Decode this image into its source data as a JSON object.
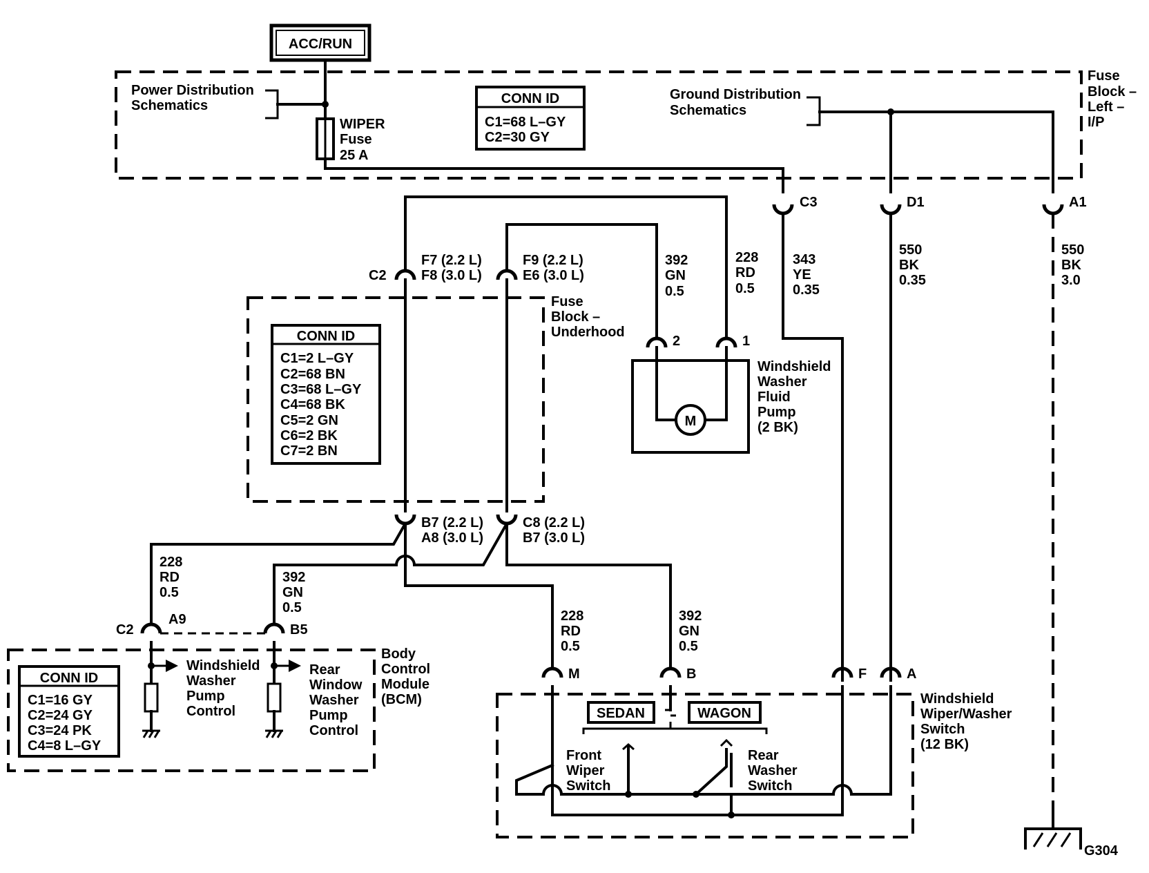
{
  "power_label": "ACC/RUN",
  "fuse_block_ip": {
    "title": [
      "Fuse",
      "Block –",
      "Left –",
      "I/P"
    ],
    "power_dist": [
      "Power Distribution",
      "Schematics"
    ],
    "ground_dist": [
      "Ground Distribution",
      "Schematics"
    ],
    "fuse": [
      "WIPER",
      "Fuse",
      "25 A"
    ],
    "conn_id": {
      "title": "CONN ID",
      "rows": [
        "C1=68 L–GY",
        "C2=30 GY"
      ]
    },
    "pins": {
      "c3": "C3",
      "d1": "D1",
      "a1": "A1"
    }
  },
  "fuse_block_underhood": {
    "title": [
      "Fuse",
      "Block –",
      "Underhood"
    ],
    "conn_id": {
      "title": "CONN ID",
      "rows": [
        "C1=2 L–GY",
        "C2=68 BN",
        "C3=68 L–GY",
        "C4=68 BK",
        "C5=2 GN",
        "C6=2 BK",
        "C7=2 BN"
      ]
    },
    "top_conn": "C2",
    "top_left_pins": [
      "F7 (2.2 L)",
      "F8 (3.0 L)"
    ],
    "top_right_pins": [
      "F9 (2.2 L)",
      "E6 (3.0 L)"
    ],
    "bottom_left_pins": [
      "B7 (2.2 L)",
      "A8 (3.0 L)"
    ],
    "bottom_right_pins": [
      "C8 (2.2 L)",
      "B7 (3.0 L)"
    ]
  },
  "wires": {
    "w392_pump": [
      "392",
      "GN",
      "0.5"
    ],
    "w228_pump": [
      "228",
      "RD",
      "0.5"
    ],
    "w343": [
      "343",
      "YE",
      "0.35"
    ],
    "w550a": [
      "550",
      "BK",
      "0.35"
    ],
    "w550b": [
      "550",
      "BK",
      "3.0"
    ],
    "w228_bcm": [
      "228",
      "RD",
      "0.5"
    ],
    "w392_bcm": [
      "392",
      "GN",
      "0.5"
    ],
    "w228_sw": [
      "228",
      "RD",
      "0.5"
    ],
    "w392_sw": [
      "392",
      "GN",
      "0.5"
    ]
  },
  "pump": {
    "title": [
      "Windshield",
      "Washer",
      "Fluid",
      "Pump",
      "(2 BK)"
    ],
    "pin2": "2",
    "pin1": "1",
    "motor": "M"
  },
  "bcm": {
    "title": [
      "Body",
      "Control",
      "Module",
      "(BCM)"
    ],
    "conn_id": {
      "title": "CONN ID",
      "rows": [
        "C1=16 GY",
        "C2=24 GY",
        "C3=24 PK",
        "C4=8 L–GY"
      ]
    },
    "conn": "C2",
    "pin_a9": "A9",
    "pin_b5": "B5",
    "out1": [
      "Windshield",
      "Washer",
      "Pump",
      "Control"
    ],
    "out2": [
      "Rear",
      "Window",
      "Washer",
      "Pump",
      "Control"
    ]
  },
  "switch": {
    "title": [
      "Windshield",
      "Wiper/Washer",
      "Switch",
      "(12 BK)"
    ],
    "pins": {
      "m": "M",
      "b": "B",
      "f": "F",
      "a": "A"
    },
    "sedan": "SEDAN",
    "wagon": "WAGON",
    "front": [
      "Front",
      "Wiper",
      "Switch"
    ],
    "rear": [
      "Rear",
      "Washer",
      "Switch"
    ]
  },
  "ground": "G304"
}
